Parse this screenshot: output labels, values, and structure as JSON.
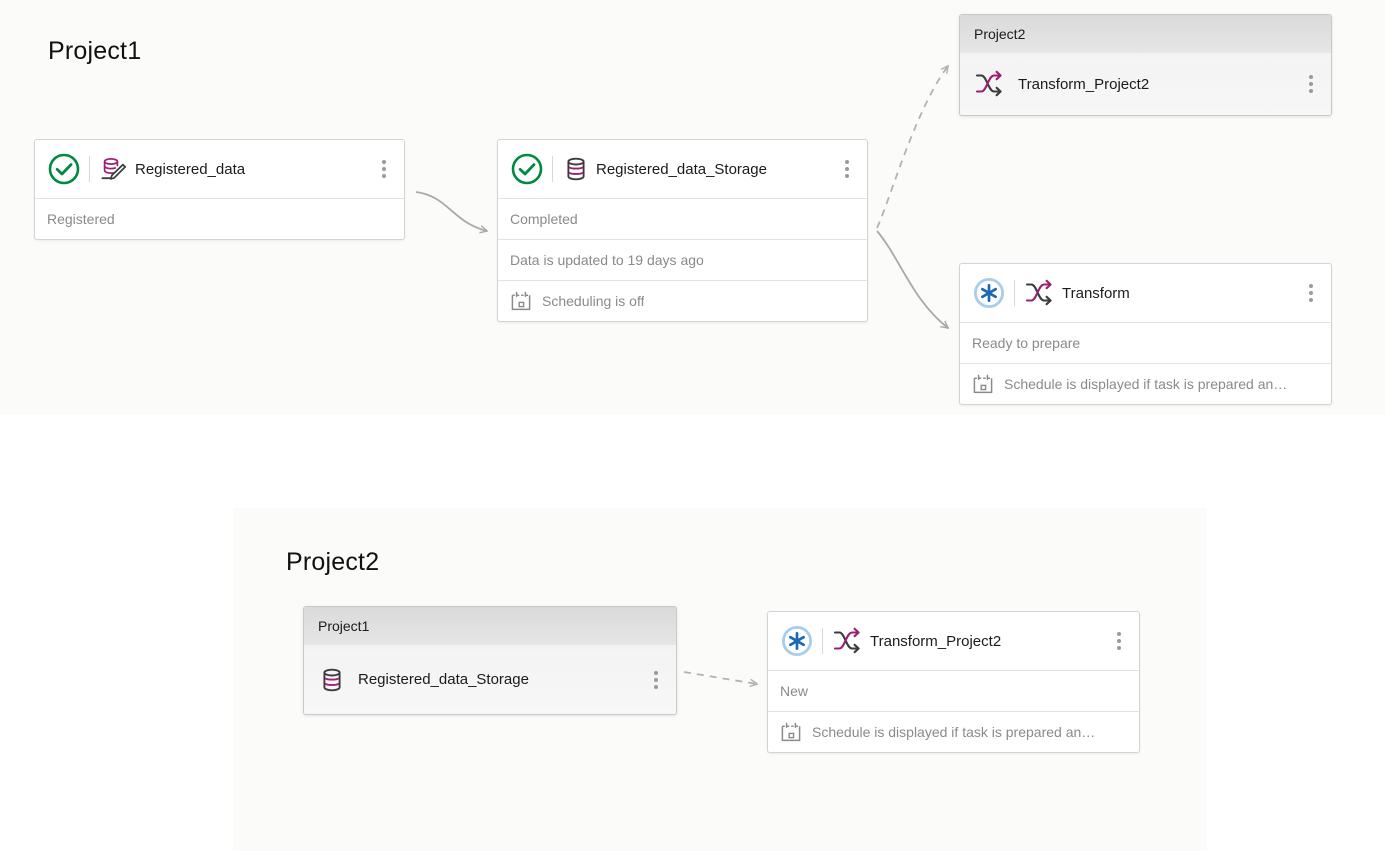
{
  "canvas": {
    "top_label": "Project1",
    "bottom_label": "Project2"
  },
  "colors": {
    "magenta": "#9c1f72",
    "green_success": "#008a3e",
    "blue_new": "#1b68b3",
    "blue_ring": "#a8cdea",
    "dark_icon": "#3c3c3c",
    "muted_text": "#8a8a8a",
    "canvas_bg": "#fbfbf9",
    "group_header_bg": "#dadada"
  },
  "top_view": {
    "title": "Project1",
    "nodes": {
      "registered_data": {
        "title": "Registered_data",
        "status_icon": "check-circle-icon",
        "type_icon": "database-edit-icon",
        "rows": [
          {
            "text": "Registered",
            "icon": null
          }
        ]
      },
      "registered_data_storage": {
        "title": "Registered_data_Storage",
        "status_icon": "check-circle-icon",
        "type_icon": "database-icon",
        "rows": [
          {
            "text": "Completed",
            "icon": null
          },
          {
            "text": "Data is updated to 19 days ago",
            "icon": null
          },
          {
            "text": "Scheduling is off",
            "icon": "calendar-icon"
          }
        ]
      },
      "transform": {
        "title": "Transform",
        "status_icon": "asterisk-circle-icon",
        "type_icon": "shuffle-icon",
        "rows": [
          {
            "text": "Ready to prepare",
            "icon": null
          },
          {
            "text": "Schedule is displayed if task is prepared an…",
            "icon": "calendar-icon"
          }
        ]
      }
    },
    "group": {
      "header": "Project2",
      "item": {
        "title": "Transform_Project2",
        "type_icon": "shuffle-icon"
      }
    }
  },
  "bottom_view": {
    "title": "Project2",
    "group": {
      "header": "Project1",
      "item": {
        "title": "Registered_data_Storage",
        "type_icon": "database-icon"
      }
    },
    "nodes": {
      "transform_project2": {
        "title": "Transform_Project2",
        "status_icon": "asterisk-circle-icon",
        "type_icon": "shuffle-icon",
        "rows": [
          {
            "text": "New",
            "icon": null
          },
          {
            "text": "Schedule is displayed if task is prepared an…",
            "icon": "calendar-icon"
          }
        ]
      }
    }
  },
  "connectors": [
    {
      "name": "registered-data-to-storage",
      "style": "solid"
    },
    {
      "name": "storage-to-project2-group",
      "style": "dashed"
    },
    {
      "name": "storage-to-transform",
      "style": "solid"
    },
    {
      "name": "project1-group-to-transform-project2",
      "style": "dashed"
    }
  ]
}
